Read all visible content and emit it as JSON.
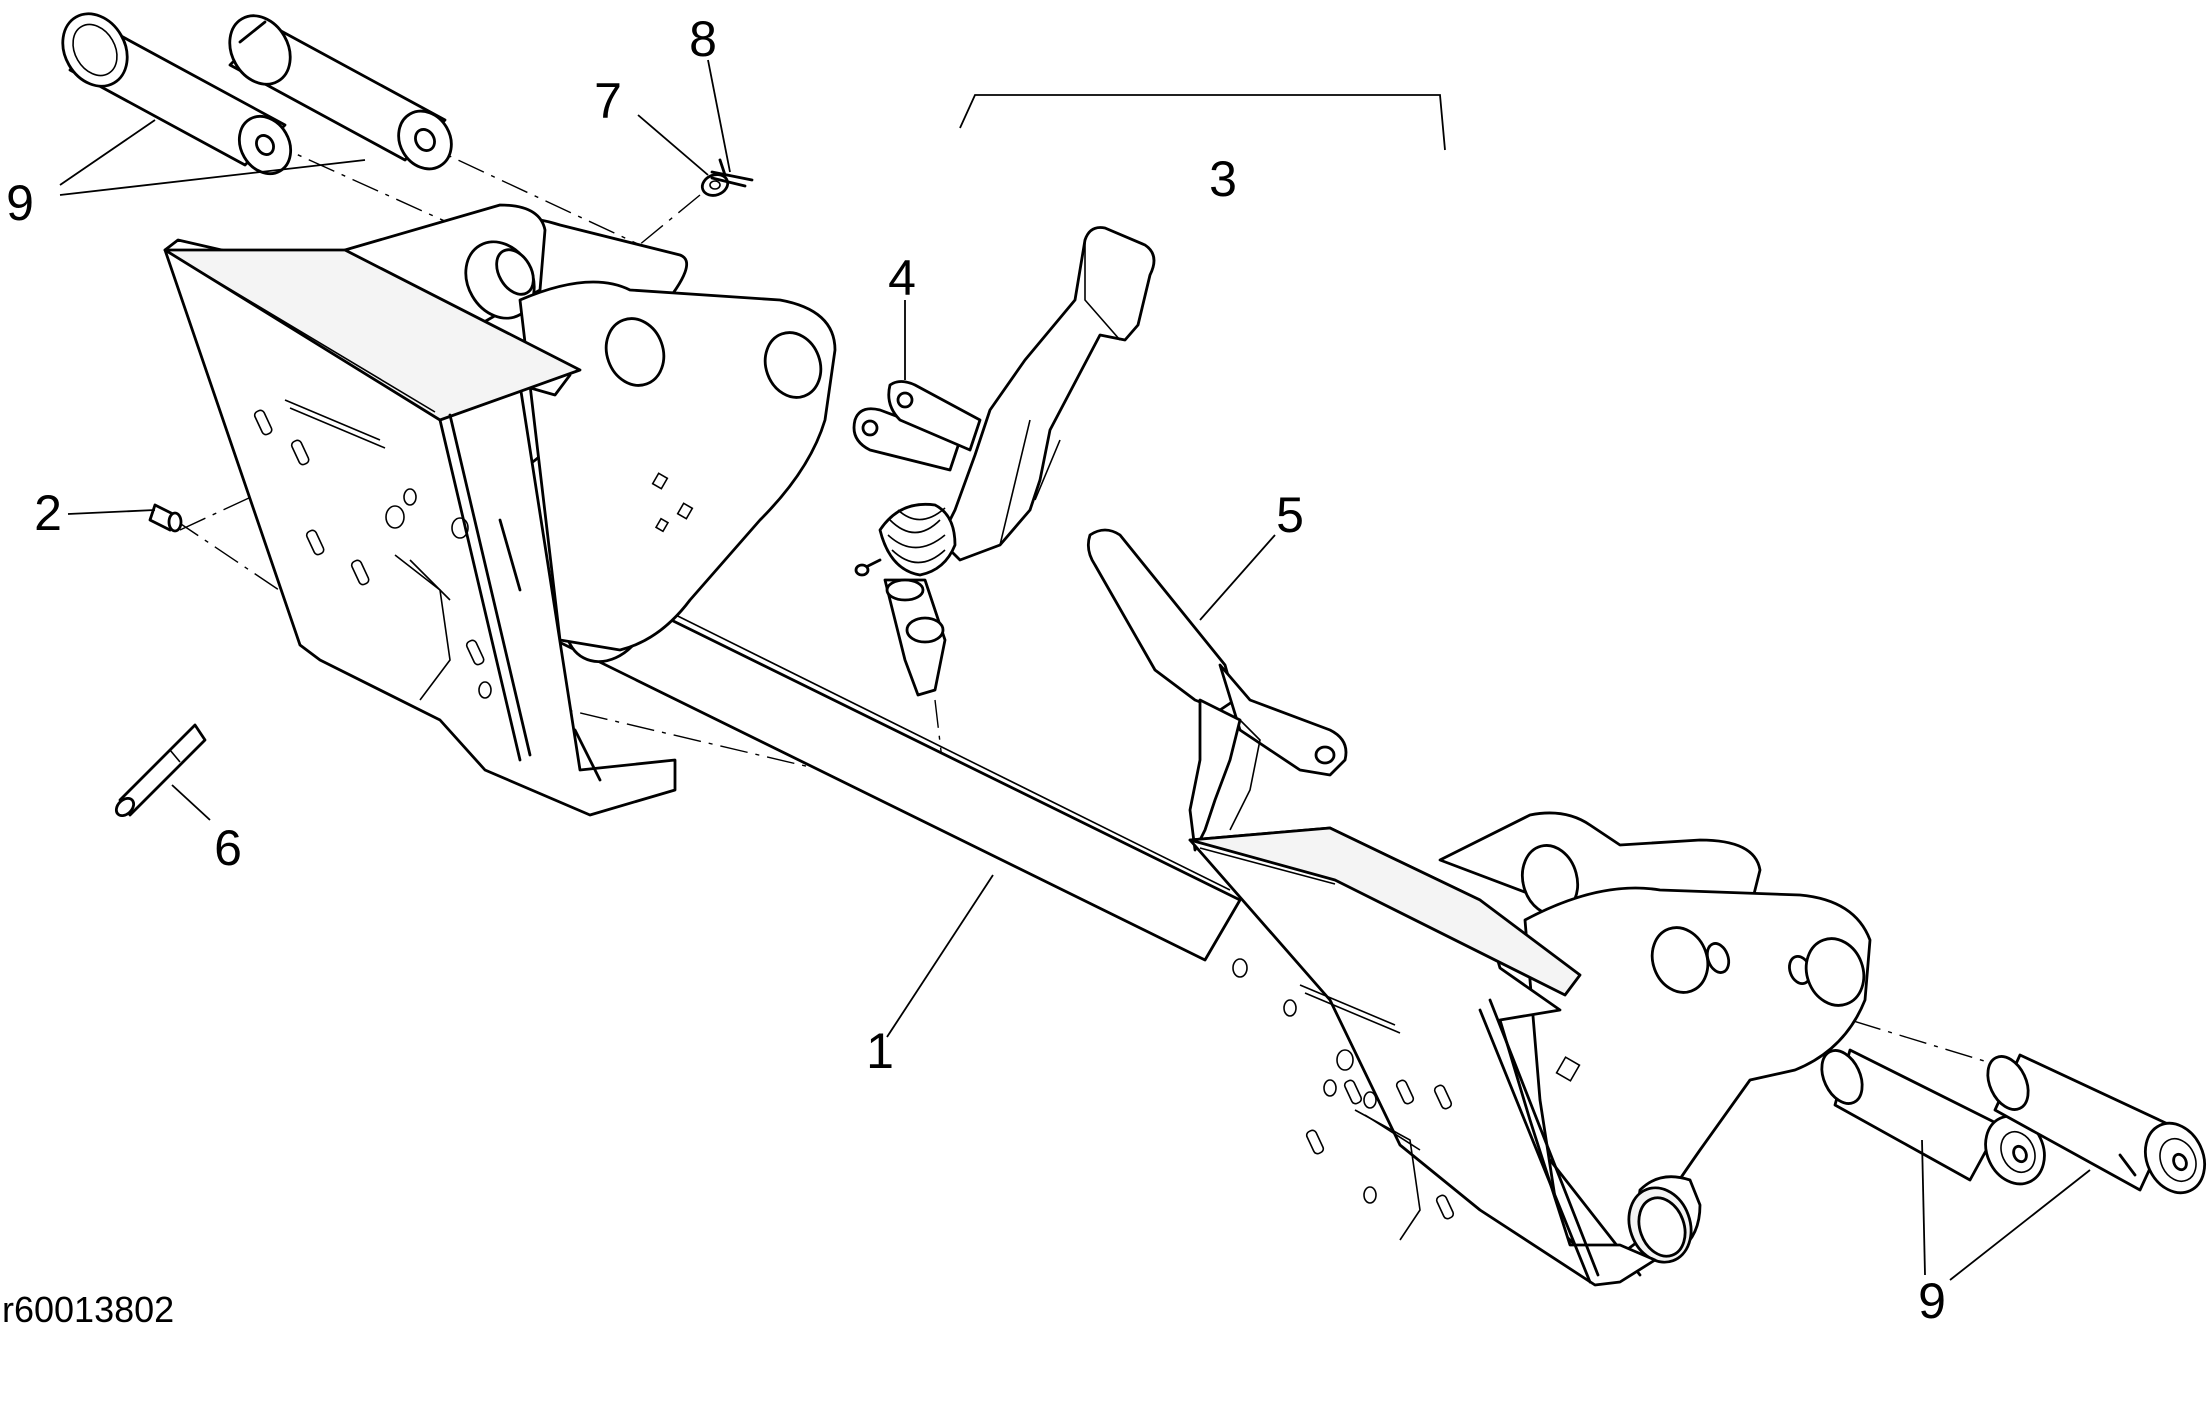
{
  "figure": {
    "reference_code": "r60013802"
  },
  "callouts": [
    {
      "id": "callout-1",
      "label": "1"
    },
    {
      "id": "callout-2",
      "label": "2"
    },
    {
      "id": "callout-3",
      "label": "3"
    },
    {
      "id": "callout-4",
      "label": "4"
    },
    {
      "id": "callout-5",
      "label": "5"
    },
    {
      "id": "callout-6",
      "label": "6"
    },
    {
      "id": "callout-7",
      "label": "7"
    },
    {
      "id": "callout-8",
      "label": "8"
    },
    {
      "id": "callout-9a",
      "label": "9"
    },
    {
      "id": "callout-9b",
      "label": "9"
    }
  ]
}
